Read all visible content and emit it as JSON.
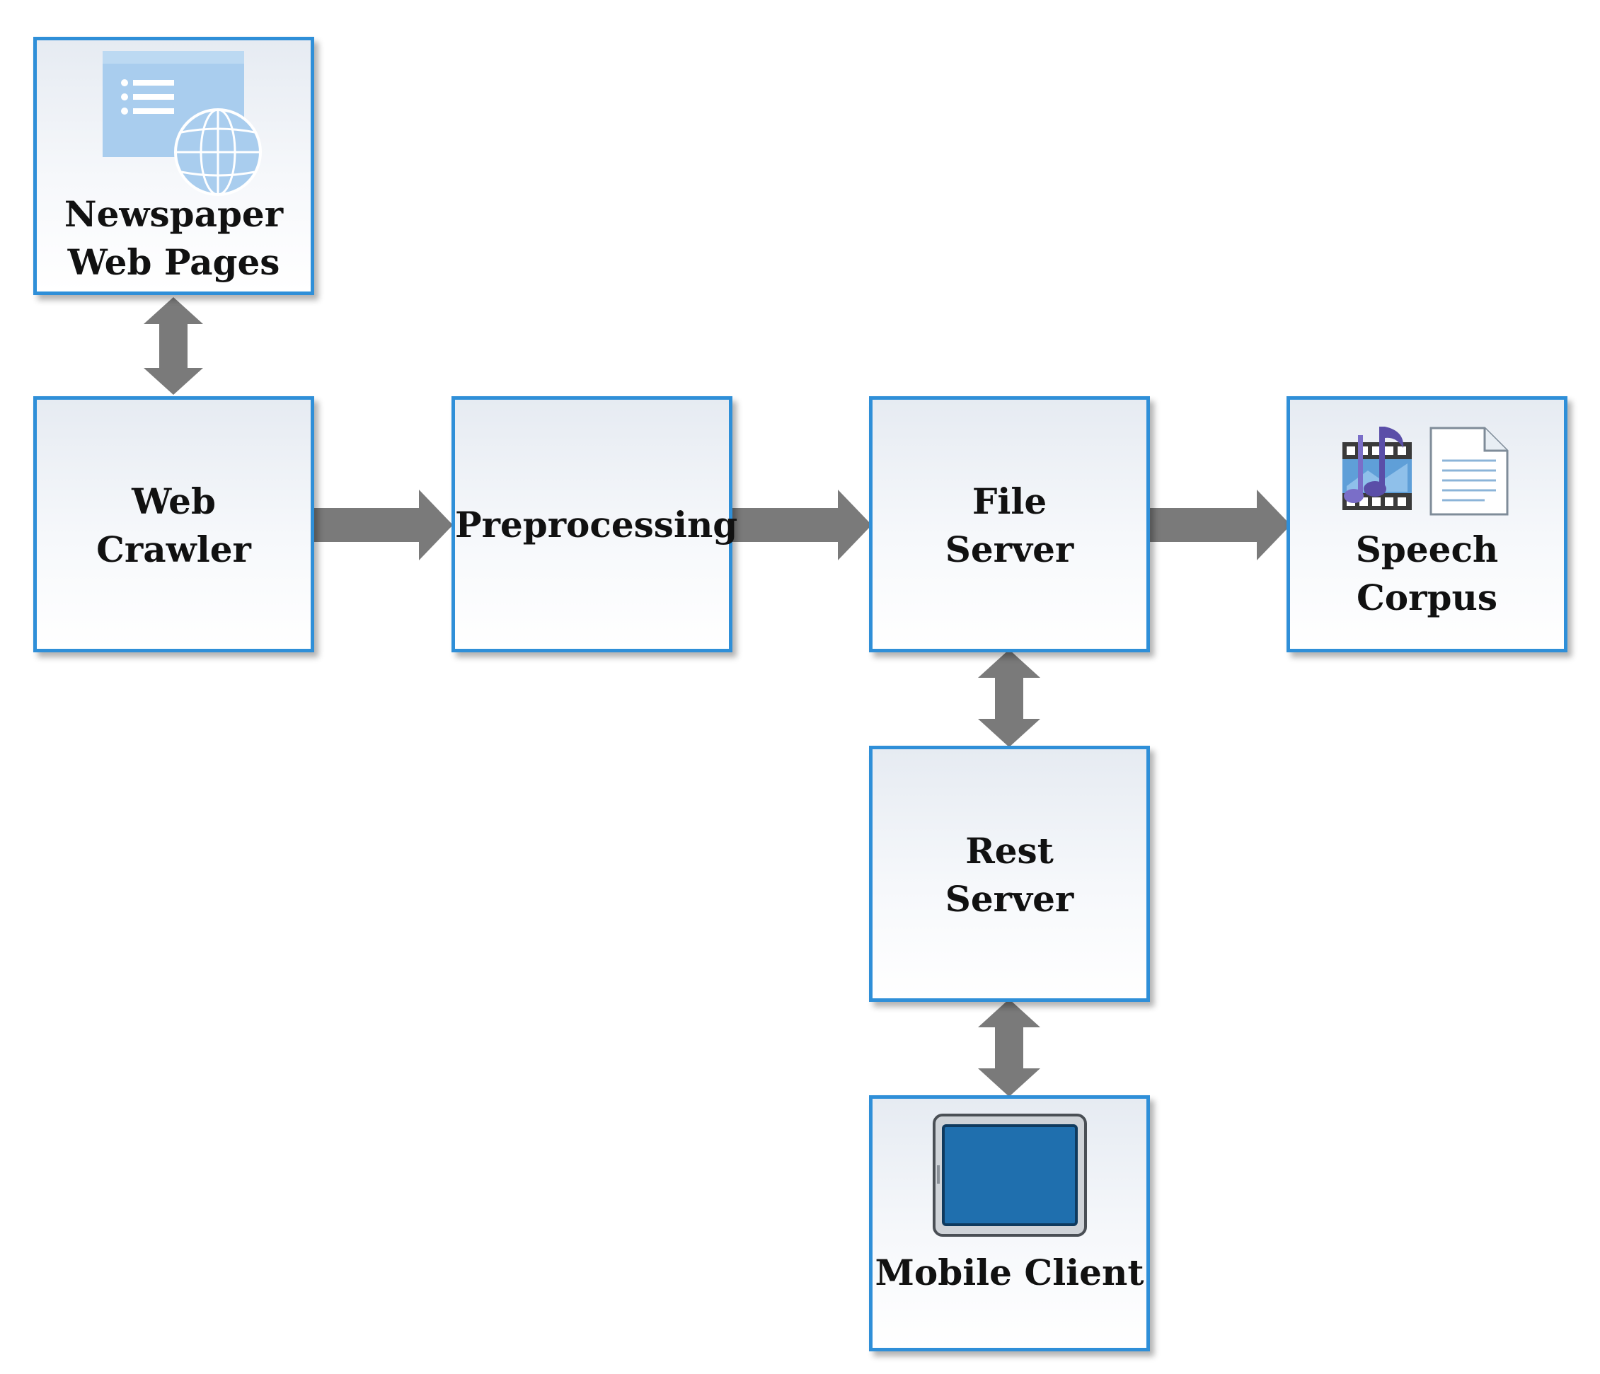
{
  "colors": {
    "box_border": "#2f8fd8",
    "arrow": "#7a7a7a",
    "text": "#111111"
  },
  "nodes": {
    "newspaper": {
      "line1": "Newspaper",
      "line2": "Web Pages",
      "icon": "web-page-globe-icon"
    },
    "crawler": {
      "line1": "Web",
      "line2": "Crawler"
    },
    "preprocessing": {
      "line1": "Preprocessing"
    },
    "file_server": {
      "line1": "File",
      "line2": "Server"
    },
    "speech_corpus": {
      "line1": "Speech",
      "line2": "Corpus",
      "icons": [
        "music-film-icon",
        "document-icon"
      ]
    },
    "rest_server": {
      "line1": "Rest",
      "line2": "Server"
    },
    "mobile_client": {
      "line1": "Mobile Client",
      "icon": "tablet-icon"
    }
  },
  "edges": [
    {
      "from": "newspaper",
      "to": "crawler",
      "direction": "bidirectional"
    },
    {
      "from": "crawler",
      "to": "preprocessing",
      "direction": "forward"
    },
    {
      "from": "preprocessing",
      "to": "file_server",
      "direction": "forward"
    },
    {
      "from": "file_server",
      "to": "speech_corpus",
      "direction": "forward"
    },
    {
      "from": "file_server",
      "to": "rest_server",
      "direction": "bidirectional"
    },
    {
      "from": "rest_server",
      "to": "mobile_client",
      "direction": "bidirectional"
    }
  ]
}
